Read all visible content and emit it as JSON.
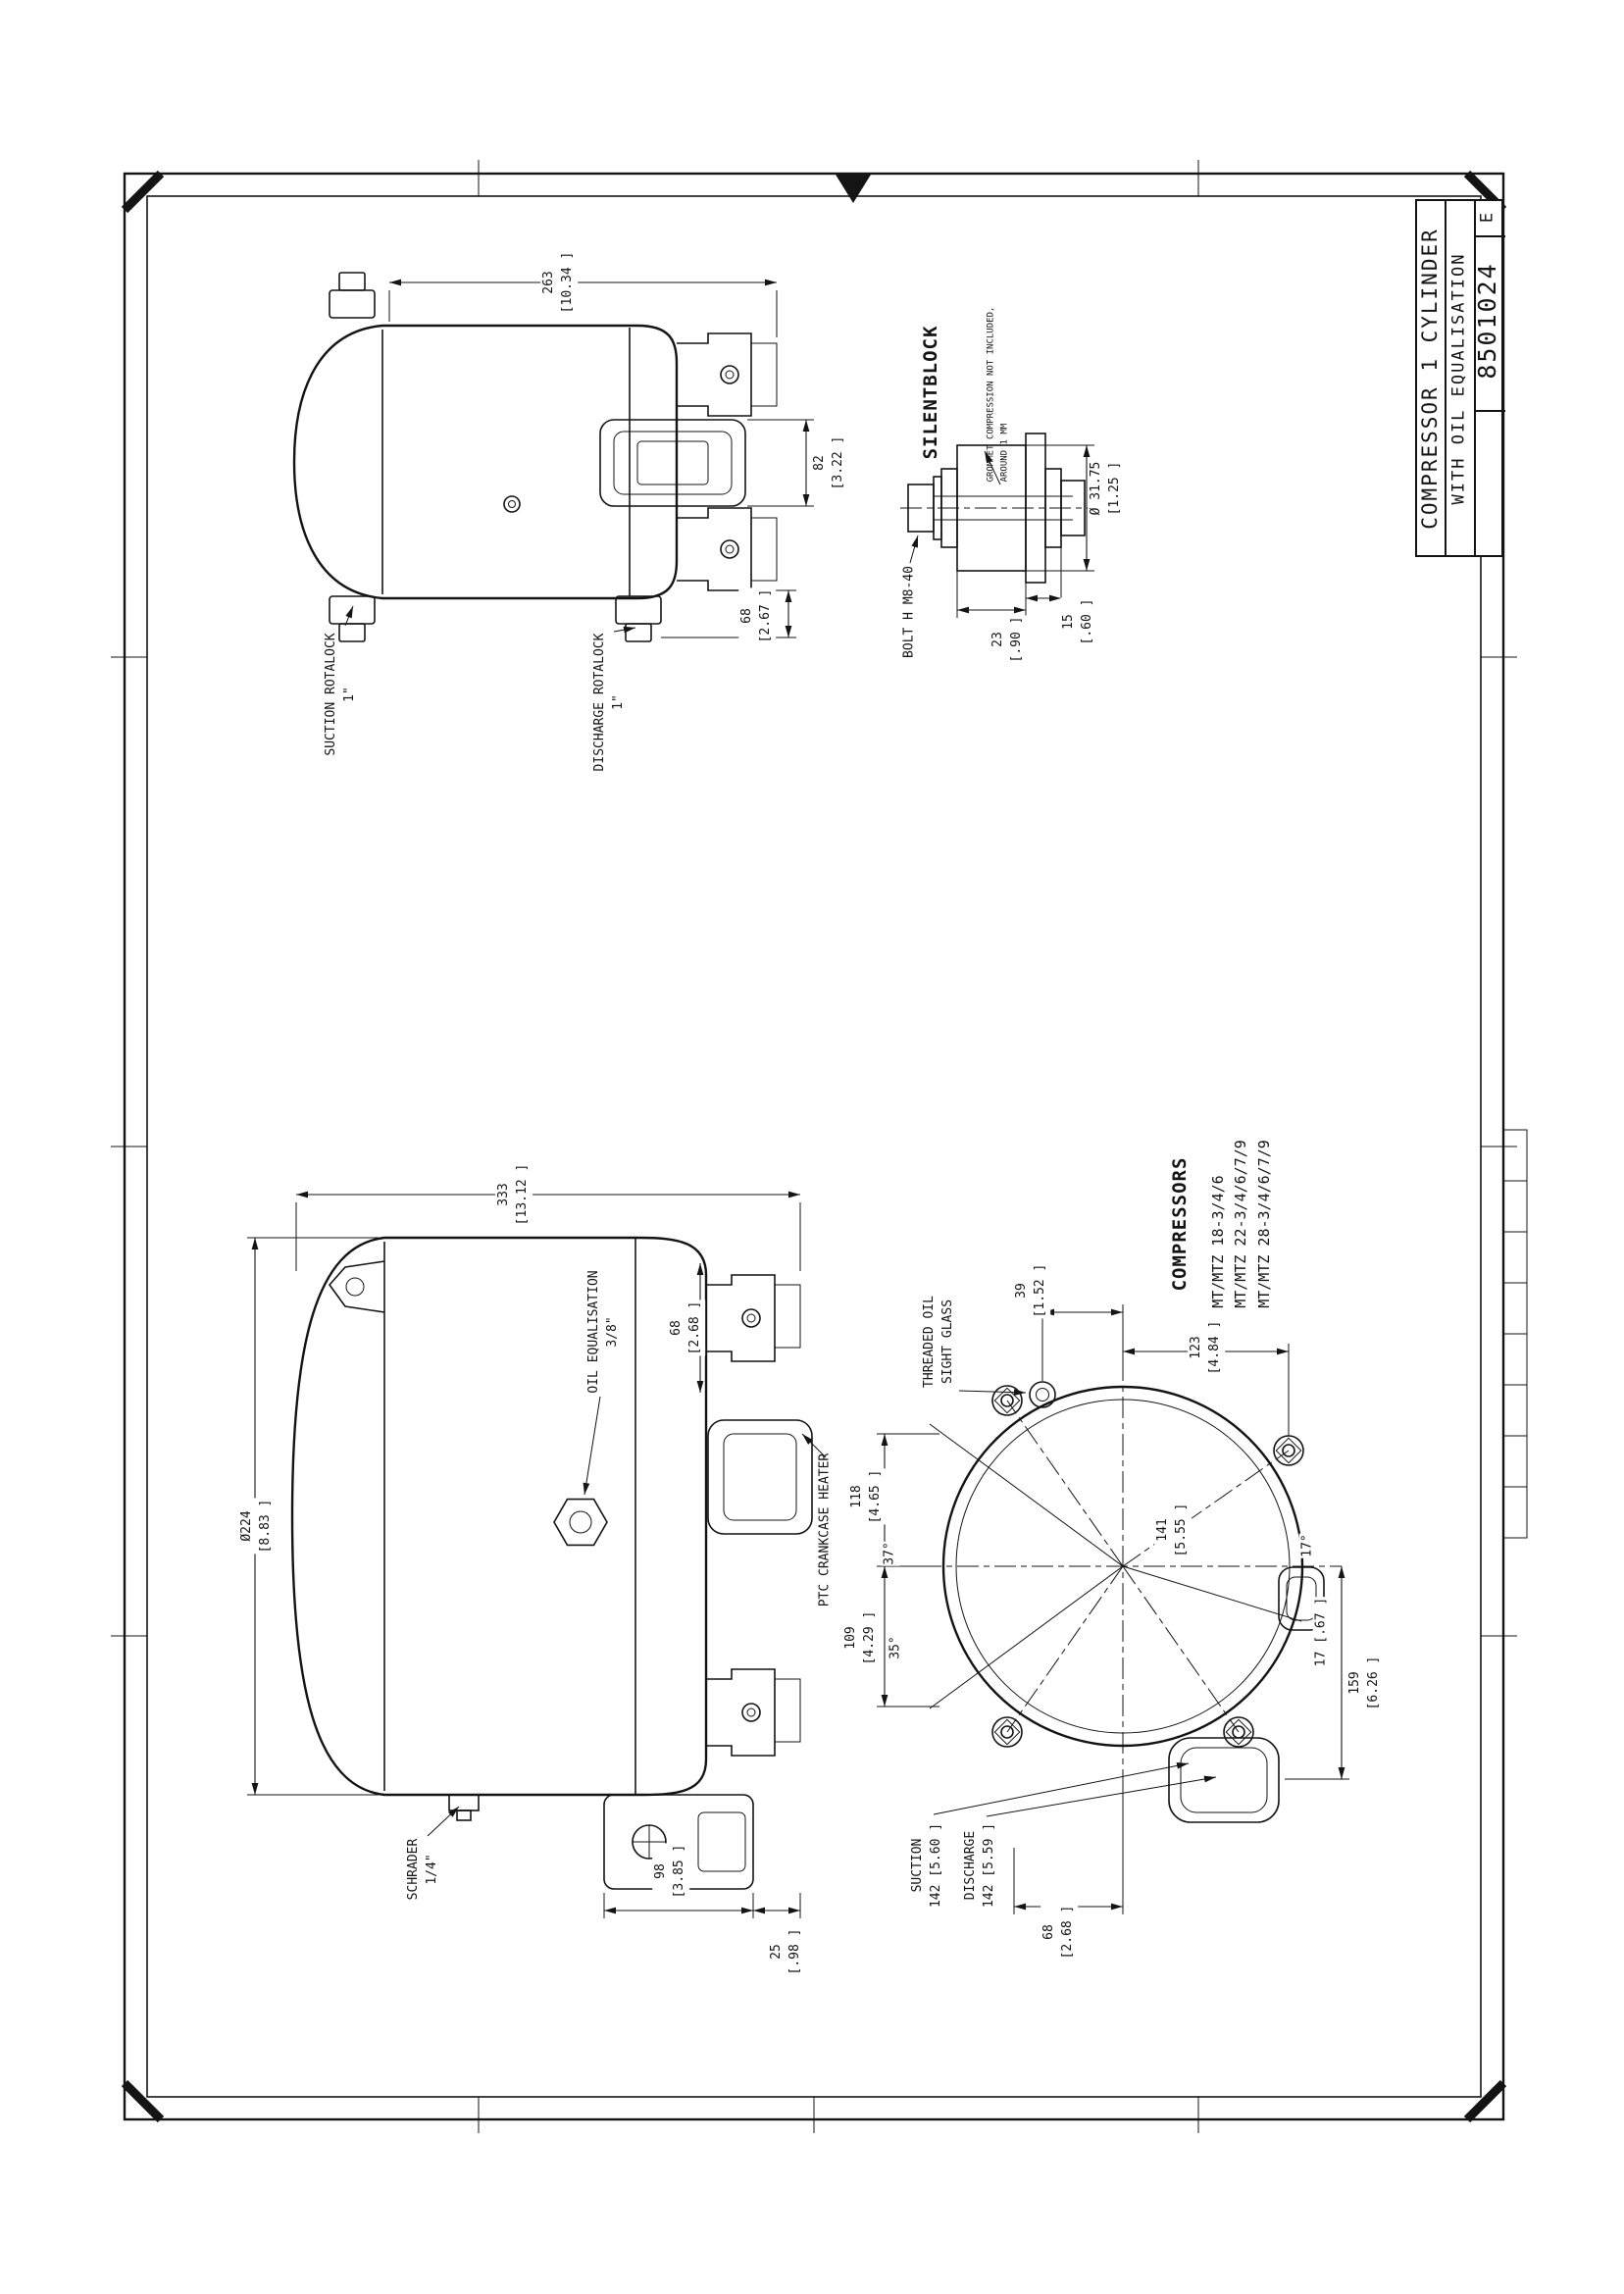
{
  "colors": {
    "ink": "#141414",
    "paper": "#ffffff"
  },
  "title_block": {
    "product": "COMPRESSOR 1 CYLINDER",
    "subtitle": "WITH OIL EQUALISATION",
    "drawing_number": "8501024",
    "revision": "E"
  },
  "compressors": {
    "title": "COMPRESSORS",
    "models": [
      "MT/MTZ 18-3/4/6",
      "MT/MTZ 22-3/4/6/7/9",
      "MT/MTZ 28-3/4/6/7/9"
    ]
  },
  "side_view": {
    "dim_height": "263\n[10.34 ]",
    "dim_terminal": "82\n[3.22 ]",
    "dim_discharge_offset": "68\n[2.67 ]",
    "suction_label": "SUCTION ROTALOCK\n1\"",
    "discharge_label": "DISCHARGE ROTALOCK\n1\""
  },
  "silentblock": {
    "title": "SILENTBLOCK",
    "bolt_label": "BOLT H M8-40",
    "grommet_note": "GROMMET COMPRESSION NOT INCLUDED,\nAROUND 1 MM",
    "dim_diameter": "Ø 31.75\n[1.25 ]",
    "dim_grommet": "23\n[.90 ]",
    "dim_plate": "15\n[.60 ]"
  },
  "front_view": {
    "dim_length": "333\n[13.12 ]",
    "dim_diameter": "Ø224\n[8.83 ]",
    "oil_eq_label": "OIL EQUALISATION\n3/8\"",
    "dim_oil_eq": "68\n[2.68 ]",
    "ptc_label": "PTC CRANKCASE HEATER",
    "schrader_label": "SCHRADER\n1/4\"",
    "dim_sump": "98\n[3.85 ]",
    "dim_sump_offset": "25\n[.98 ]"
  },
  "top_view": {
    "sight_glass_label": "THREADED OIL\nSIGHT GLASS",
    "dim_39": "39\n[1.52 ]",
    "dim_123": "123\n[4.84 ]",
    "dim_141": "141\n[5.55 ]",
    "dim_118": "118\n[4.65 ]",
    "dim_109": "109\n[4.29 ]",
    "angle_37": "37°",
    "angle_35": "35°",
    "angle_17": "17°",
    "dim_17": "17 [.67 ]",
    "dim_159": "159\n[6.26 ]",
    "dim_68": "68\n[2.68 ]",
    "suction_label": "SUCTION\n142 [5.60 ]",
    "discharge_label": "DISCHARGE\n142 [5.59 ]"
  }
}
